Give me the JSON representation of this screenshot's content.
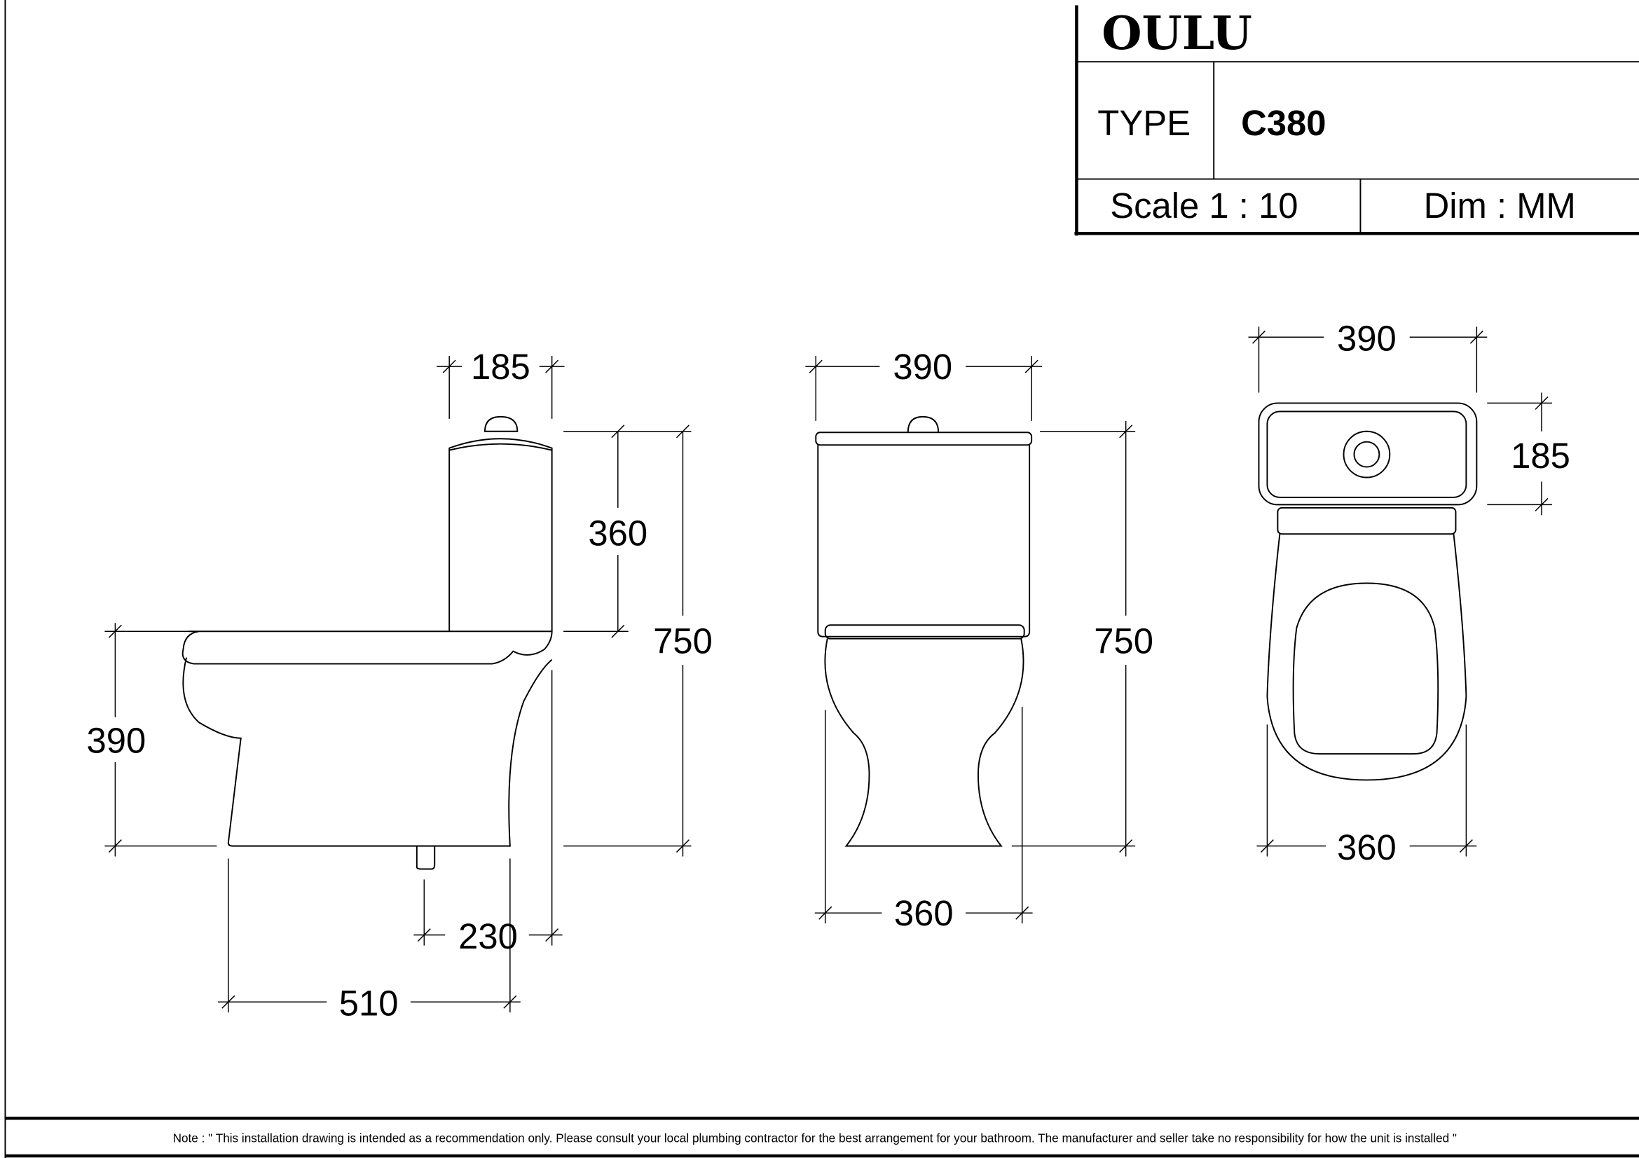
{
  "title_block": {
    "brand": "OULU",
    "type_label": "TYPE",
    "type_value": "C380",
    "scale": "Scale 1 : 10",
    "dim_unit": "Dim : MM"
  },
  "side_view": {
    "tank_depth": "185",
    "tank_height": "360",
    "total_height": "750",
    "seat_height": "390",
    "outlet_offset": "230",
    "pan_length": "510"
  },
  "front_view": {
    "tank_width": "390",
    "total_height": "750",
    "base_width": "360"
  },
  "top_view": {
    "tank_width": "390",
    "tank_depth": "185",
    "bowl_width": "360"
  },
  "note": "Note : \" This installation drawing is intended as a recommendation only. Please consult your local plumbing contractor for the best arrangement for your bathroom. The manufacturer and seller take no responsibility for how the unit is installed \""
}
